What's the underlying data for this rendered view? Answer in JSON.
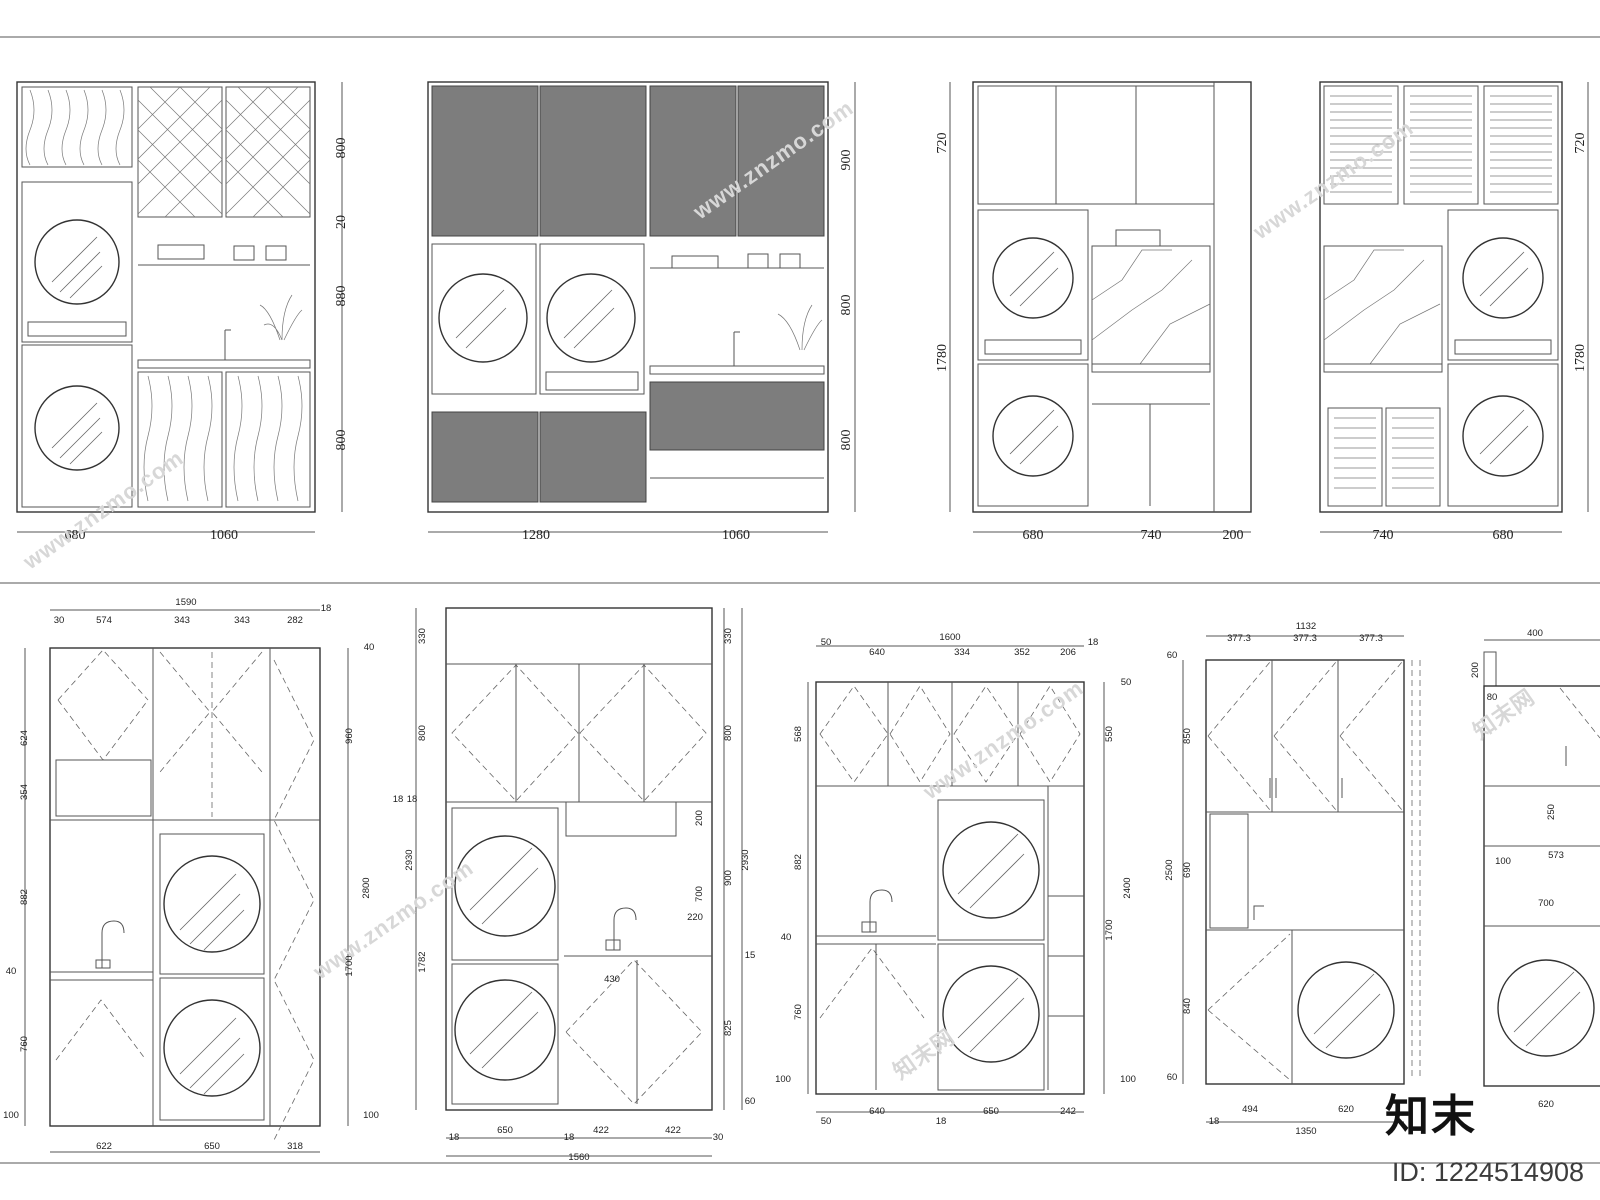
{
  "elevations_top": [
    {
      "widths": [
        "680",
        "1060"
      ],
      "heights": [
        "800",
        "20",
        "880",
        "800"
      ]
    },
    {
      "widths": [
        "1280",
        "1060"
      ],
      "heights": [
        "900",
        "800",
        "800"
      ]
    },
    {
      "widths": [
        "680",
        "740",
        "200"
      ],
      "heights": [
        "720",
        "1780"
      ]
    },
    {
      "widths": [
        "740",
        "680"
      ],
      "heights": [
        "720",
        "1780"
      ]
    }
  ],
  "elevations_bottom": [
    {
      "total": "1590",
      "top_dims": [
        "30",
        "574",
        "343",
        "343",
        "282",
        "18"
      ],
      "left_dims": [
        "624",
        "354",
        "882",
        "40",
        "760",
        "100"
      ],
      "right_dims": [
        "40",
        "960",
        "2800",
        "1700",
        "100"
      ],
      "bottom_dims": [
        "622",
        "650",
        "318"
      ]
    },
    {
      "left_dims": [
        "330",
        "800",
        "18",
        "18",
        "2930",
        "1782"
      ],
      "right_dims": [
        "330",
        "800",
        "200",
        "900",
        "2930",
        "700",
        "220",
        "15",
        "825",
        "60"
      ],
      "inner_dims": [
        "430"
      ],
      "bottom_dims": [
        "18",
        "650",
        "18",
        "422",
        "422",
        "30"
      ],
      "total": "1560"
    },
    {
      "total": "1600",
      "top_dims": [
        "50",
        "640",
        "334",
        "352",
        "206",
        "18"
      ],
      "left_dims": [
        "568",
        "882",
        "40",
        "760",
        "100"
      ],
      "right_dims": [
        "50",
        "550",
        "2400",
        "1700",
        "100"
      ],
      "bottom_dims": [
        "50",
        "640",
        "18",
        "650",
        "242"
      ]
    },
    {
      "total": "1132",
      "top_dims": [
        "377.3",
        "377.3",
        "377.3"
      ],
      "left_dims": [
        "60",
        "850",
        "2500",
        "690",
        "840",
        "60"
      ],
      "bottom_dims": [
        "18",
        "494",
        "620",
        "1350"
      ]
    },
    {
      "top_dims": [
        "400",
        "200",
        "80"
      ],
      "inner_dims": [
        "250",
        "100",
        "573",
        "700",
        "620"
      ]
    }
  ],
  "watermark": "www.znzmo.com",
  "watermark_cn": "知末网",
  "brand": "知末",
  "image_id": "ID: 1224514908"
}
